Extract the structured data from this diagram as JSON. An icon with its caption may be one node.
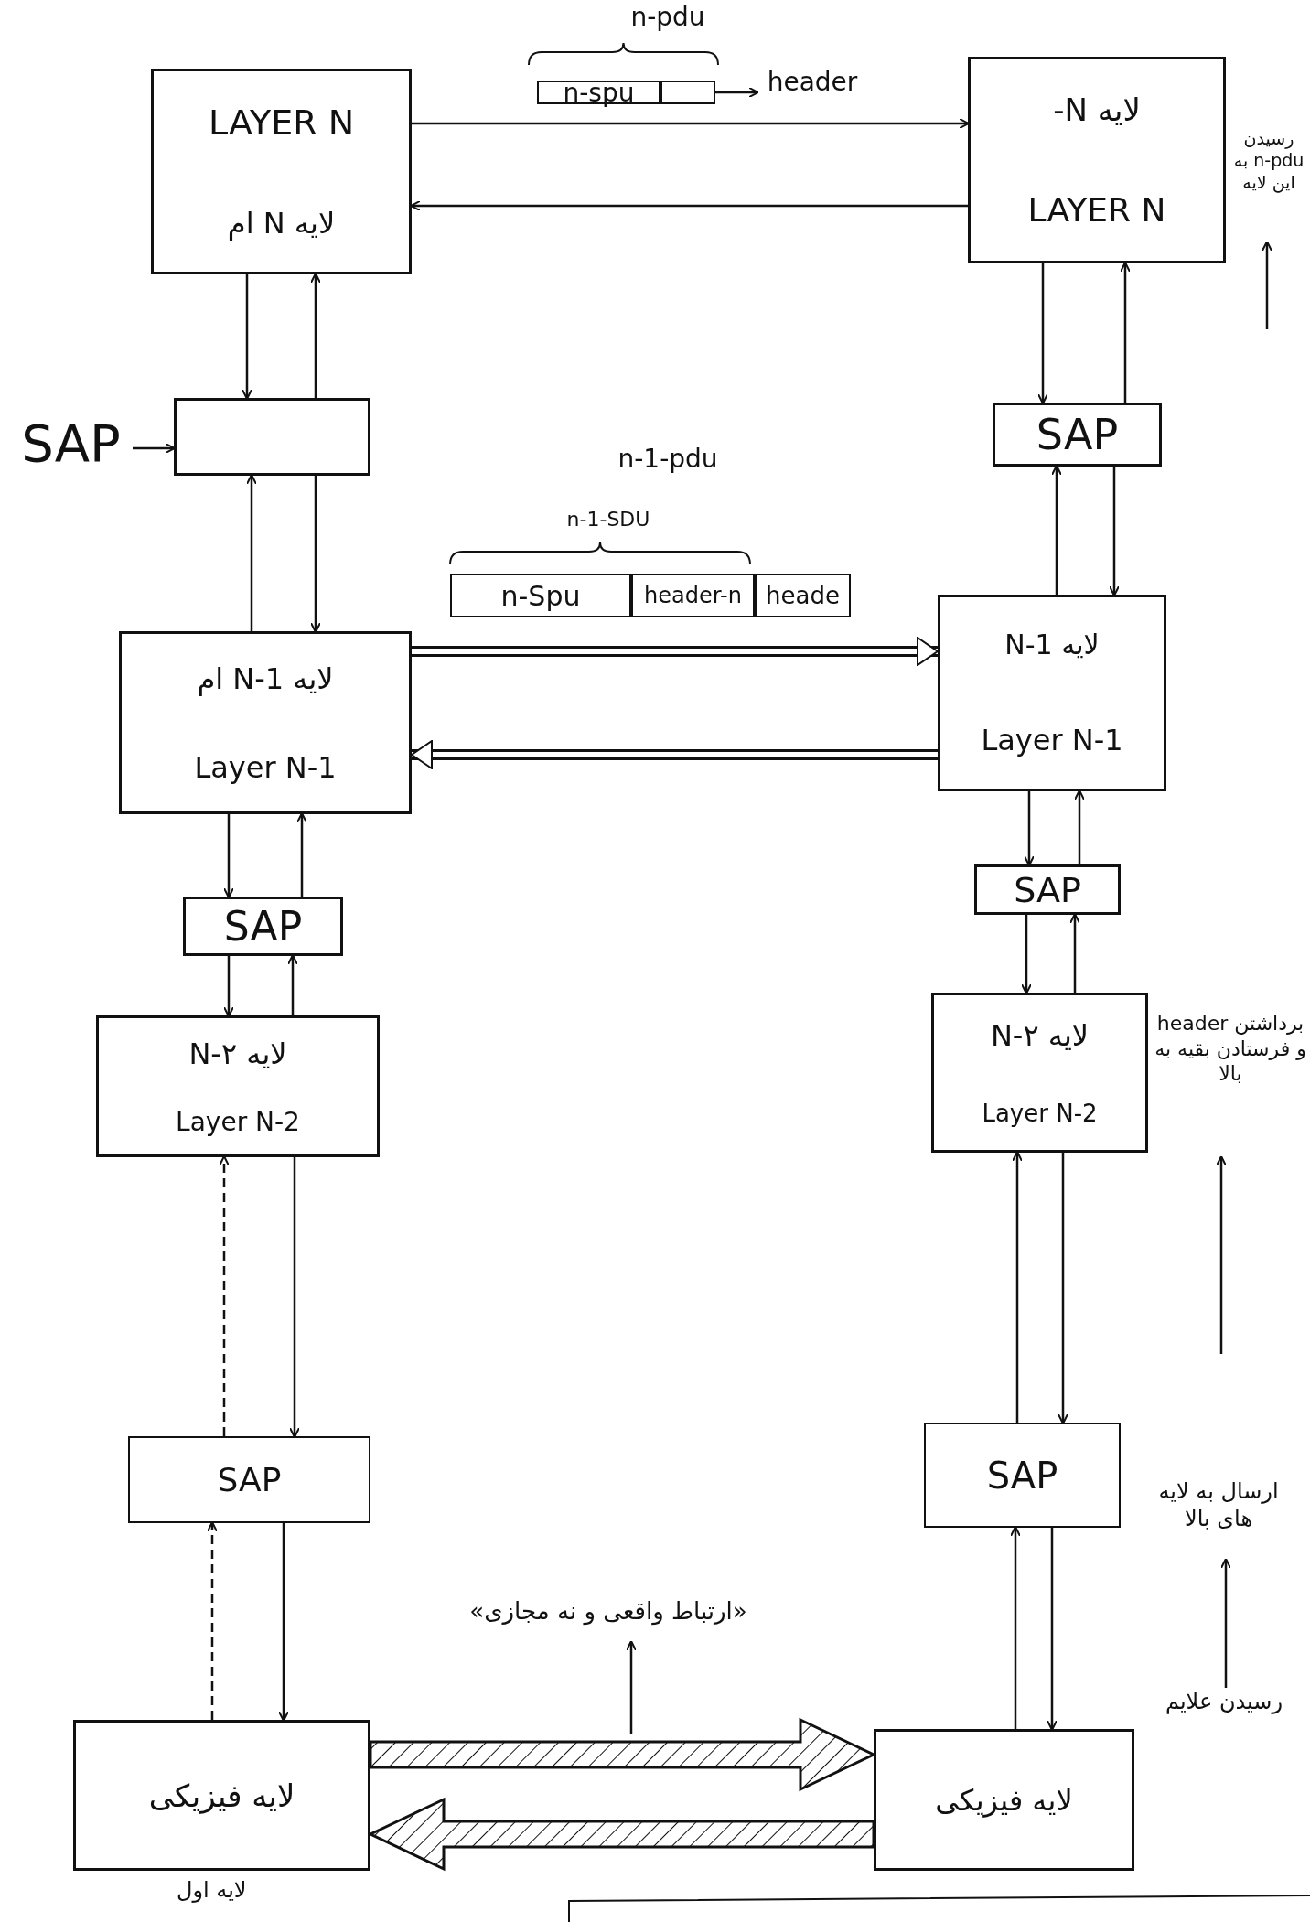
{
  "diagram": {
    "nodes": [
      {
        "text": [
          "LAYER N",
          "لایه N ام"
        ]
      },
      {
        "text": [
          "لایه N-",
          "LAYER N"
        ]
      },
      {
        "text": [],
        "shape": "box"
      },
      {
        "text": [
          "SAP"
        ]
      },
      {
        "text": [
          "SAP"
        ]
      },
      {
        "text": [
          "لایه N-1 ام",
          "Layer N-1"
        ]
      },
      {
        "text": [
          "لایه N-1",
          "Layer N-1"
        ]
      },
      {
        "text": [
          "SAP"
        ]
      },
      {
        "text": [
          "SAP"
        ]
      },
      {
        "text": [
          "لایه N-۲",
          "Layer N-2"
        ]
      },
      {
        "text": [
          "لایه N-۲",
          "Layer N-2"
        ]
      },
      {
        "text": [
          "SAP"
        ]
      },
      {
        "text": [
          "SAP"
        ]
      },
      {
        "text": [
          "لایه فیزیکی"
        ],
        "beside": [
          "لایه اول"
        ]
      },
      {
        "text": [
          "لایه فیزیکی"
        ]
      },
      {
        "text": [
          "n-spu"
        ]
      },
      {
        "text": [],
        "shape": "box"
      },
      {
        "text": [
          "header"
        ]
      },
      {
        "text": [
          "رسیدن n-pdu به این لایه"
        ]
      },
      {
        "text": [
          "برداشتن header و فرستادن بقیه به بالا"
        ]
      },
      {
        "text": [
          "ارسال به لایه های بالا"
        ]
      },
      {
        "text": [
          "رسیدن علایم"
        ]
      },
      {
        "text": [
          "«ارتباط واقعی و نه مجازی»"
        ]
      }
    ],
    "edges": [
      {
        "from": 0,
        "to": 1,
        "arrow": "to"
      },
      {
        "from": 1,
        "to": 0,
        "arrow": "to"
      },
      {
        "from": 0,
        "to": 2,
        "arrow": "to"
      },
      {
        "from": 2,
        "to": 0,
        "arrow": "to"
      },
      {
        "from": 3,
        "to": 2,
        "arrow": "to"
      },
      {
        "from": 1,
        "to": 4,
        "arrow": "to"
      },
      {
        "from": 4,
        "to": 1,
        "arrow": "to"
      },
      {
        "from": 5,
        "to": 2,
        "arrow": "to"
      },
      {
        "from": 2,
        "to": 5,
        "arrow": "to"
      },
      {
        "from": 6,
        "to": 4,
        "arrow": "to"
      },
      {
        "from": 4,
        "to": 6,
        "arrow": "to"
      },
      {
        "from": 5,
        "to": 6,
        "arrow": "to"
      },
      {
        "from": 6,
        "to": 5,
        "arrow": "to"
      },
      {
        "from": 5,
        "to": 7,
        "arrow": "to"
      },
      {
        "from": 7,
        "to": 5,
        "arrow": "to"
      },
      {
        "from": 6,
        "to": 8,
        "arrow": "to"
      },
      {
        "from": 8,
        "to": 6,
        "arrow": "to"
      },
      {
        "from": 7,
        "to": 9,
        "arrow": "to"
      },
      {
        "from": 9,
        "to": 7,
        "arrow": "to"
      },
      {
        "from": 8,
        "to": 10,
        "arrow": "to"
      },
      {
        "from": 10,
        "to": 8,
        "arrow": "to"
      },
      {
        "from": 11,
        "to": 9,
        "arrow": "to",
        "style": "dashed"
      },
      {
        "from": 9,
        "to": 11,
        "arrow": "to"
      },
      {
        "from": 12,
        "to": 10,
        "arrow": "to"
      },
      {
        "from": 10,
        "to": 12,
        "arrow": "to"
      },
      {
        "from": 13,
        "to": 11,
        "arrow": "to",
        "style": "dashed"
      },
      {
        "from": 11,
        "to": 13,
        "arrow": "to"
      },
      {
        "from": 14,
        "to": 12,
        "arrow": "to"
      },
      {
        "from": 12,
        "to": 14,
        "arrow": "to"
      },
      {
        "from": 13,
        "to": 14,
        "arrow": "to",
        "style": "thick"
      },
      {
        "from": 14,
        "to": 13,
        "arrow": "to",
        "style": "thick"
      },
      {
        "from": 16,
        "to": 17,
        "arrow": "to"
      },
      {
        "from": null,
        "to": 18,
        "arrow": "to"
      },
      {
        "from": null,
        "to": 19,
        "arrow": "to"
      },
      {
        "from": 21,
        "to": 20,
        "arrow": "to"
      },
      {
        "from": null,
        "to": 22,
        "arrow": "to"
      }
    ],
    "labels": [
      "n-pdu",
      "n-1-pdu",
      "n-1-SDU",
      "n-Spu",
      "header-n",
      "heade"
    ]
  }
}
